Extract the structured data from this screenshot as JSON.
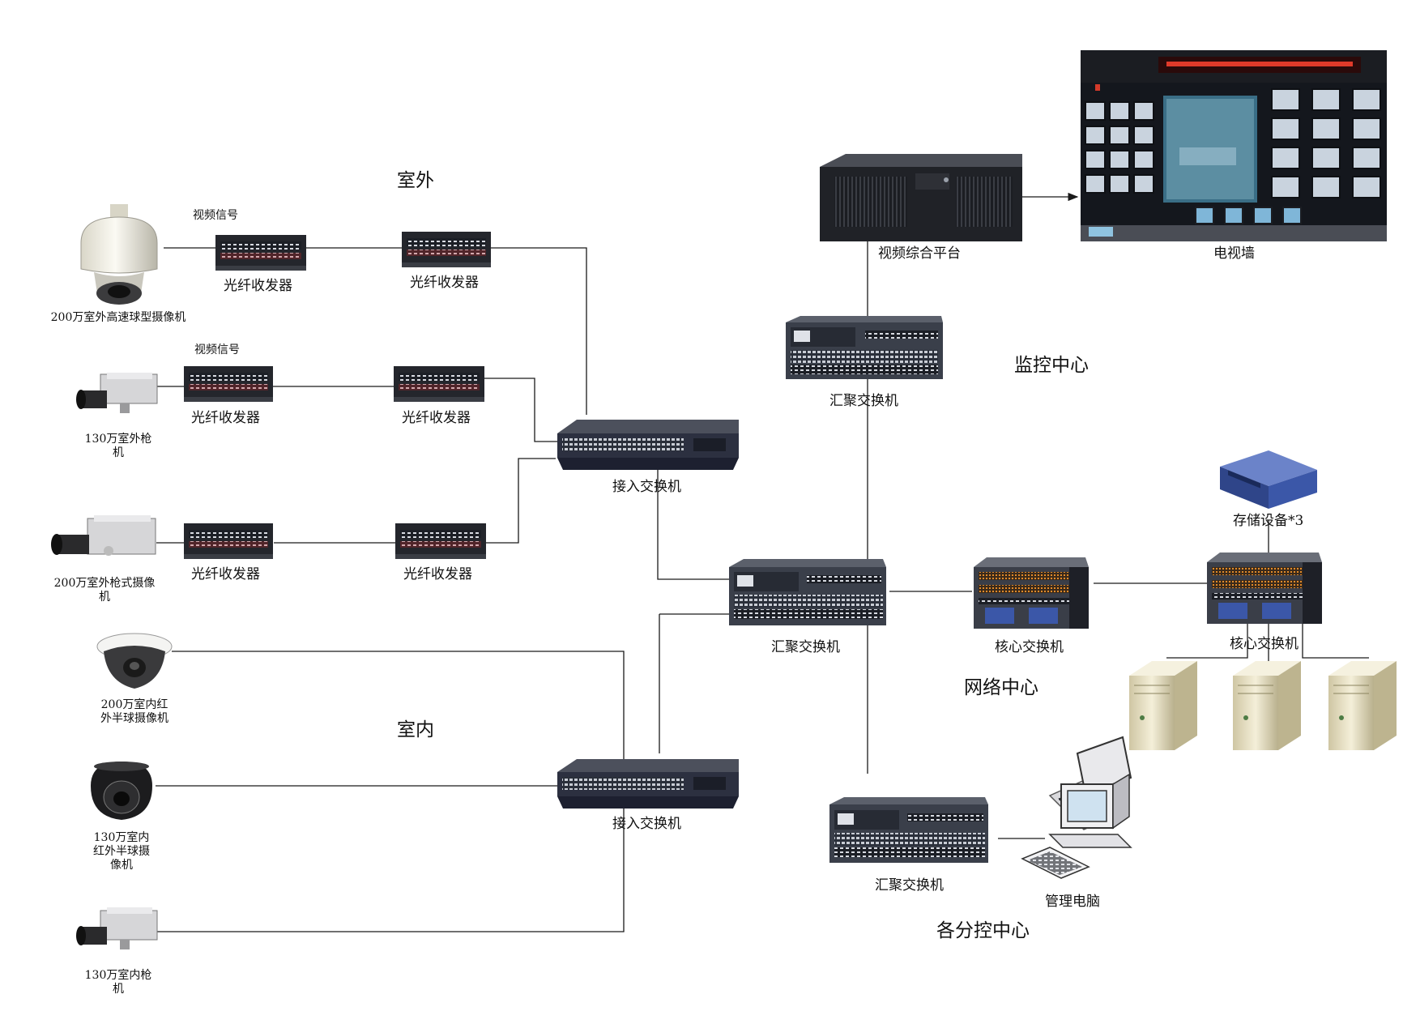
{
  "areas": {
    "outdoor": "室外",
    "indoor": "室内",
    "monitor_center": "监控中心",
    "network_center": "网络中心",
    "branch_center": "各分控中心"
  },
  "signal_labels": [
    "视频信号",
    "视频信号"
  ],
  "cameras": [
    {
      "label": "200万室外高速球型摄像机",
      "kind": "dome-ptz"
    },
    {
      "label": "130万室外枪机",
      "kind": "box-camera"
    },
    {
      "label": "200万室外枪式摄像机",
      "kind": "box-camera"
    },
    {
      "label": "200万室内红外半球摄像机",
      "kind": "ir-dome"
    },
    {
      "label": "130万室内红外半球摄像机",
      "kind": "ir-dome-black"
    },
    {
      "label": "130万室内枪机",
      "kind": "box-camera"
    }
  ],
  "transceivers": [
    "光纤收发器",
    "光纤收发器",
    "光纤收发器",
    "光纤收发器",
    "光纤收发器",
    "光纤收发器"
  ],
  "access_switches": [
    "接入交换机",
    "接入交换机"
  ],
  "aggregation_switches": [
    "汇聚交换机",
    "汇聚交换机",
    "汇聚交换机"
  ],
  "core_switches": [
    "核心交换机",
    "核心交换机"
  ],
  "platform": "视频综合平台",
  "video_wall": "电视墙",
  "storage": "存储设备*3",
  "management_pc": "管理电脑",
  "colors": {
    "line": "#1a1a1a",
    "device_dark": "#2a2f3a",
    "storage_blue": "#3b57a8",
    "server_beige": "#e9e2c6"
  }
}
